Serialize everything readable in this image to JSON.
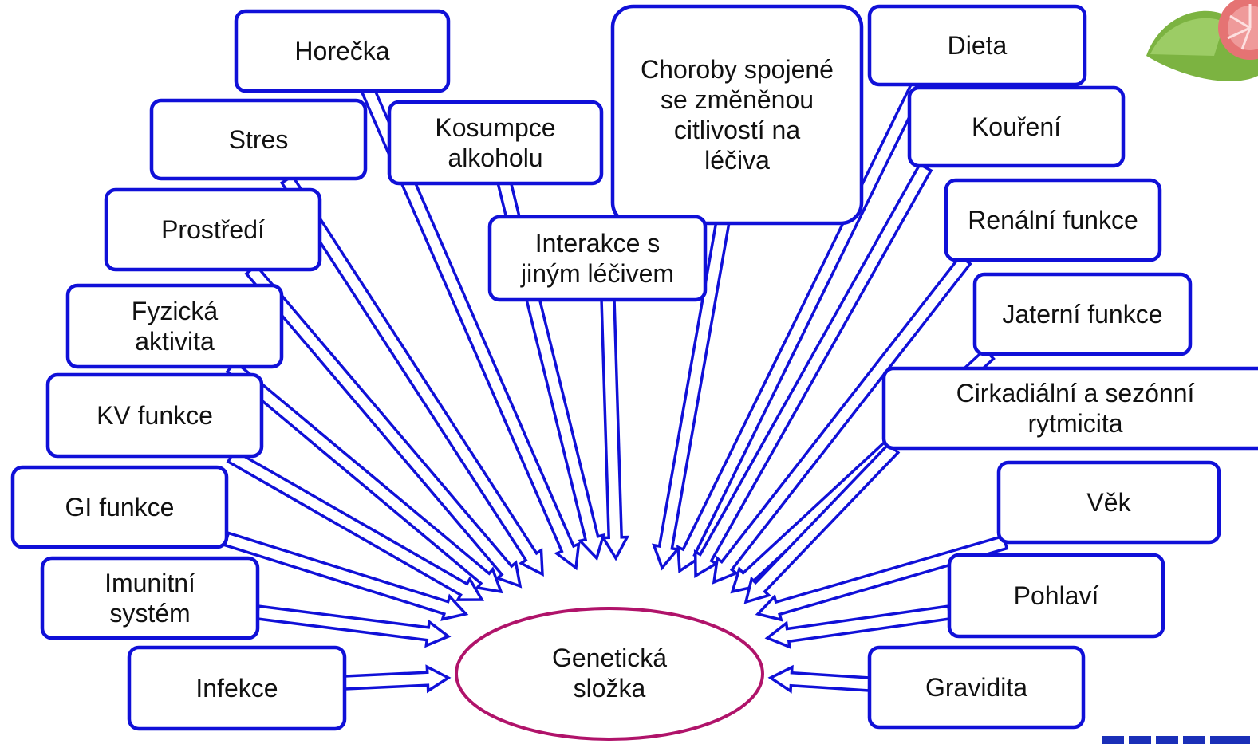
{
  "center": {
    "label": [
      "Genetická",
      "složka"
    ]
  },
  "factors": [
    {
      "id": "horecka",
      "label": [
        "Horečka"
      ]
    },
    {
      "id": "stres",
      "label": [
        "Stres"
      ]
    },
    {
      "id": "kosumpce",
      "label": [
        "Kosumpce",
        "alkoholu"
      ]
    },
    {
      "id": "choroby",
      "label": [
        "Choroby spojené",
        "se změněnou",
        "citlivostí na",
        "léčiva"
      ]
    },
    {
      "id": "dieta",
      "label": [
        "Dieta"
      ]
    },
    {
      "id": "koureni",
      "label": [
        "Kouření"
      ]
    },
    {
      "id": "prostredi",
      "label": [
        "Prostředí"
      ]
    },
    {
      "id": "interakce",
      "label": [
        "Interakce s",
        "jiným léčivem"
      ]
    },
    {
      "id": "renalni",
      "label": [
        "Renální funkce"
      ]
    },
    {
      "id": "fyzicka",
      "label": [
        "Fyzická",
        "aktivita"
      ]
    },
    {
      "id": "jaterni",
      "label": [
        "Jaterní funkce"
      ]
    },
    {
      "id": "cirkadialni",
      "label": [
        "Cirkadiální a sezónní",
        "rytmicita"
      ]
    },
    {
      "id": "kv",
      "label": [
        "KV funkce"
      ]
    },
    {
      "id": "vek",
      "label": [
        "Věk"
      ]
    },
    {
      "id": "gi",
      "label": [
        "GI funkce"
      ]
    },
    {
      "id": "imunitni",
      "label": [
        "Imunitní",
        "systém"
      ]
    },
    {
      "id": "pohlavi",
      "label": [
        "Pohlaví"
      ]
    },
    {
      "id": "infekce",
      "label": [
        "Infekce"
      ]
    },
    {
      "id": "gravidita",
      "label": [
        "Gravidita"
      ]
    }
  ],
  "colors": {
    "box_stroke": "#1010d8",
    "ellipse_stroke": "#b0136a"
  },
  "decorations": {
    "top_right": "grapefruit-image",
    "bottom_right": "logo-image"
  }
}
